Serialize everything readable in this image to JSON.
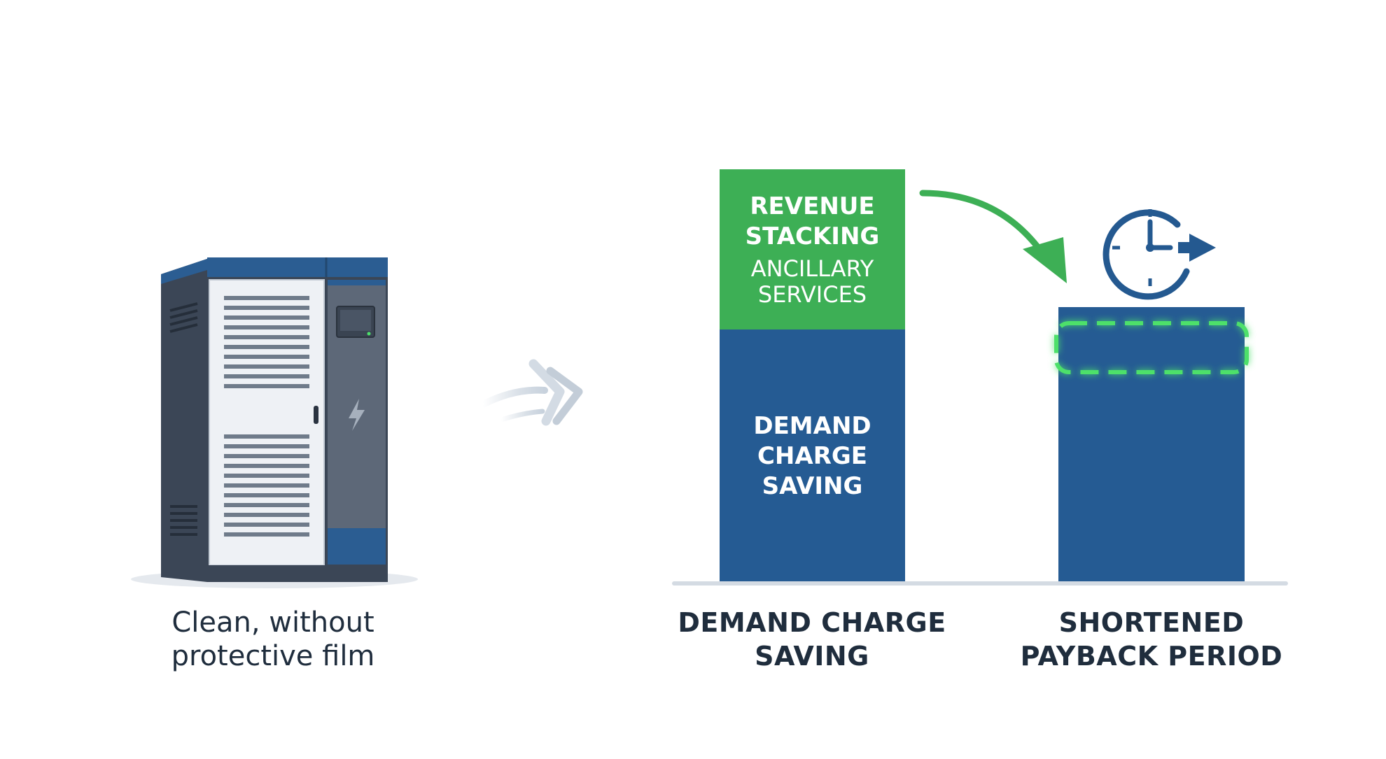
{
  "captions": {
    "cabinet": [
      "Clean,  without",
      "protective film"
    ],
    "demand": [
      "DEMAND CHARGE",
      "SAVING"
    ],
    "payback": [
      "SHORTENED",
      "PAYBACK PERIOD"
    ]
  },
  "stacked_bar": {
    "top_title": [
      "REVENUE",
      "STACKING"
    ],
    "top_subtitle": [
      "ANCILLARY",
      "SERVICES"
    ],
    "bottom_title": [
      "DEMAND",
      "CHARGE",
      "SAVING"
    ]
  },
  "colors": {
    "navy": "#255b93",
    "green": "#3daf55",
    "glow_green": "#4de06a",
    "text_dark": "#1f2d3d",
    "baseline": "#d4dbe3",
    "cabinet_dark": "#3b4656",
    "cabinet_door": "#eef1f5"
  },
  "icons": [
    "battery-cabinet-icon",
    "double-chevron-arrow-icon",
    "curved-arrow-icon",
    "clock-arrow-icon",
    "lightning-icon"
  ]
}
